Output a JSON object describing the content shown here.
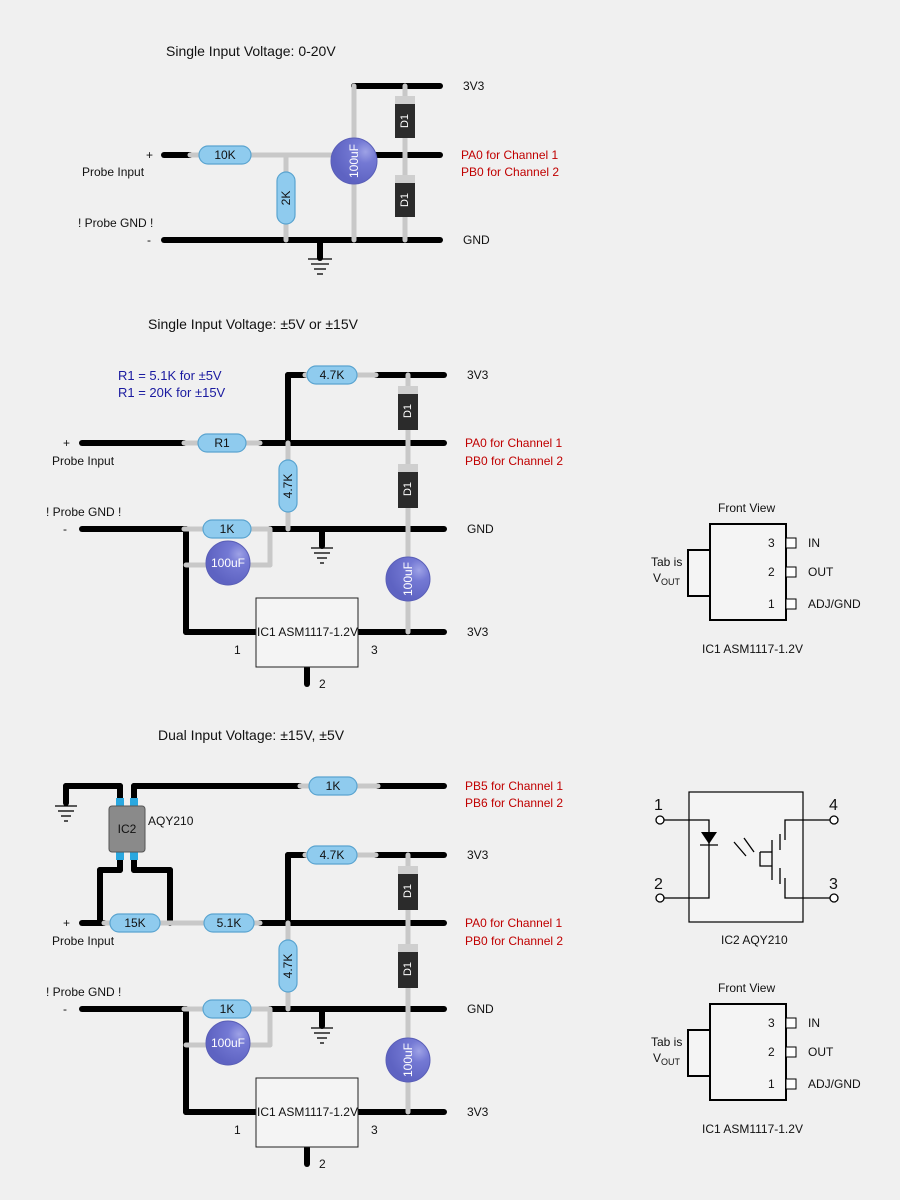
{
  "section1": {
    "title": "Single Input Voltage: 0-20V",
    "plus": "+",
    "minus": "-",
    "probe_input": "Probe Input",
    "probe_gnd": "! Probe GND !",
    "r_series": "10K",
    "r_shunt": "2K",
    "cap": "100uF",
    "diode": "D1",
    "rail_top": "3V3",
    "gnd": "GND",
    "pa0": "PA0 for Channel 1",
    "pb0": "PB0 for Channel 2"
  },
  "section2": {
    "title": "Single Input Voltage: ±5V or ±15V",
    "note1": "R1 = 5.1K for ±5V",
    "note2": "R1 = 20K for ±15V",
    "plus": "+",
    "minus": "-",
    "probe_input": "Probe Input",
    "probe_gnd": "! Probe GND !",
    "r1": "R1",
    "r_top": "4.7K",
    "r_vert": "4.7K",
    "r_low": "1K",
    "cap": "100uF",
    "diode": "D1",
    "rail_top": "3V3",
    "gnd": "GND",
    "rail_bottom": "3V3",
    "pa0": "PA0 for Channel 1",
    "pb0": "PB0 for Channel 2",
    "ic": "IC1 ASM1117-1.2V",
    "pin1": "1",
    "pin2": "2",
    "pin3": "3"
  },
  "section3": {
    "title": "Dual Input Voltage: ±15V, ±5V",
    "plus": "+",
    "minus": "-",
    "probe_input": "Probe Input",
    "probe_gnd": "! Probe GND !",
    "ic2": "IC2",
    "ic2_part": "AQY210",
    "r_top1": "1K",
    "r_top2": "4.7K",
    "r15": "15K",
    "r51": "5.1K",
    "r_vert": "4.7K",
    "r_low": "1K",
    "cap": "100uF",
    "diode": "D1",
    "pb5": "PB5 for Channel 1",
    "pb6": "PB6 for Channel 2",
    "rail_top": "3V3",
    "gnd": "GND",
    "rail_bottom": "3V3",
    "pa0": "PA0 for Channel 1",
    "pb0": "PB0 for Channel 2",
    "ic": "IC1 ASM1117-1.2V",
    "pin1": "1",
    "pin2": "2",
    "pin3": "3"
  },
  "pinout1": {
    "front_view": "Front View",
    "tab_is": "Tab is",
    "vout": "V",
    "vout_sub": "OUT",
    "p3": "3",
    "p2": "2",
    "p1": "1",
    "in": "IN",
    "out": "OUT",
    "adj": "ADJ/GND",
    "caption": "IC1 ASM1117-1.2V"
  },
  "relay": {
    "p1": "1",
    "p2": "2",
    "p3": "3",
    "p4": "4",
    "caption": "IC2 AQY210"
  },
  "pinout2": {
    "front_view": "Front View",
    "tab_is": "Tab is",
    "vout": "V",
    "vout_sub": "OUT",
    "p3": "3",
    "p2": "2",
    "p1": "1",
    "in": "IN",
    "out": "OUT",
    "adj": "ADJ/GND",
    "caption": "IC1 ASM1117-1.2V"
  }
}
